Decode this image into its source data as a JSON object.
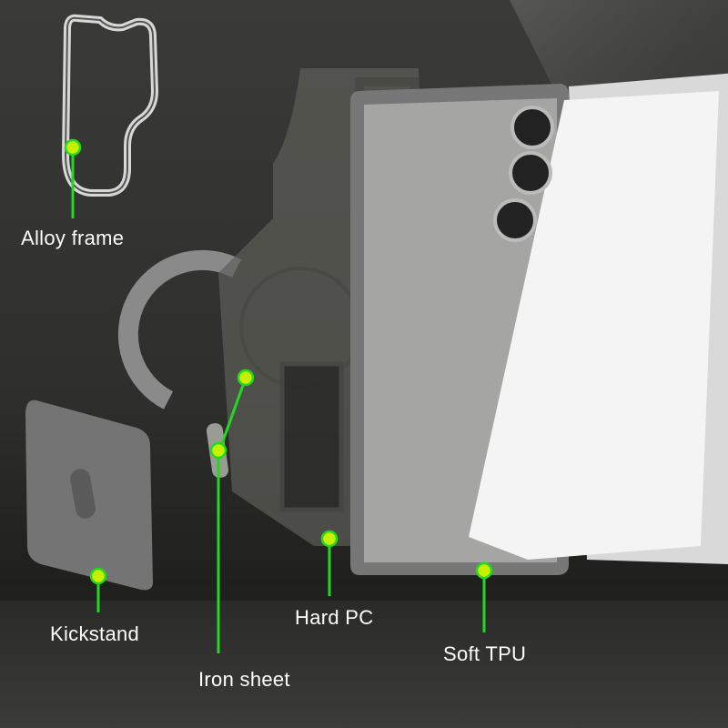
{
  "labels": {
    "alloy_frame": "Alloy frame",
    "kickstand": "Kickstand",
    "iron_sheet": "Iron sheet",
    "hard_pc": "Hard PC",
    "soft_tpu": "Soft TPU"
  },
  "colors": {
    "callout_dot": "#c6f000",
    "callout_line": "#22d822",
    "text": "#ffffff"
  }
}
